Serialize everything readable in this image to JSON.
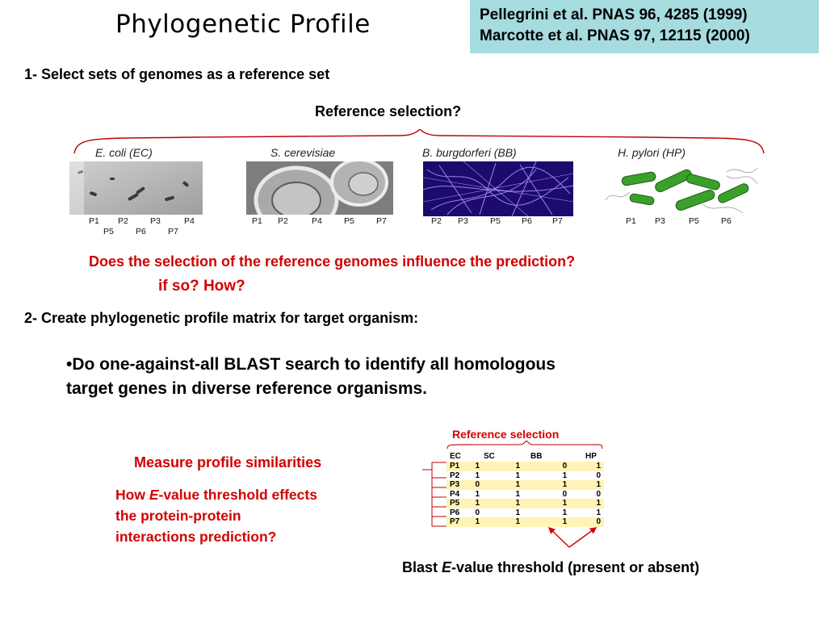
{
  "title": "Phylogenetic Profile",
  "references": [
    "Pellegrini et al. PNAS 96, 4285 (1999)",
    "Marcotte et al. PNAS 97, 12115 (2000)"
  ],
  "step1": "1- Select sets of genomes as a reference set",
  "reference_selection_question": "Reference selection?",
  "organisms": [
    {
      "label": "E. coli (EC)",
      "proteins_top": [
        "P1",
        "P2",
        "P3",
        "P4"
      ],
      "proteins_bottom": [
        "P5",
        "P6",
        "P7"
      ]
    },
    {
      "label": "S. cerevisiae",
      "proteins_top": [
        "P1",
        "P2",
        "P4",
        "P5",
        "P7"
      ],
      "proteins_bottom": []
    },
    {
      "label": "B. burgdorferi (BB)",
      "proteins_top": [
        "P2",
        "P3",
        "P5",
        "P6",
        "P7"
      ],
      "proteins_bottom": []
    },
    {
      "label": "H. pylori (HP)",
      "proteins_top": [
        "P1",
        "P3",
        "P5",
        "P6"
      ],
      "proteins_bottom": []
    }
  ],
  "question_line1": "Does the selection of the reference genomes influence the prediction?",
  "question_line2": "if so? How?",
  "step2": "2- Create phylogenetic profile matrix for target organism:",
  "bullet_prefix": "•Do one-against-all ",
  "bullet_blast": "BLAST",
  "bullet_rest": " search to identify all homologous",
  "bullet_line2": "target genes in diverse reference organisms.",
  "measure": "Measure profile similarities",
  "evalue_q": {
    "line1_a": "How ",
    "line1_e": "E",
    "line1_b": "-value threshold effects",
    "line2": "the protein-protein",
    "line3": "interactions prediction?"
  },
  "matrix": {
    "caption": "Reference selection",
    "headers": [
      "",
      "EC",
      "SC",
      "BB",
      "HP"
    ],
    "rows": [
      [
        "P1",
        "1",
        "1",
        "0",
        "1"
      ],
      [
        "P2",
        "1",
        "1",
        "1",
        "0"
      ],
      [
        "P3",
        "0",
        "1",
        "1",
        "1"
      ],
      [
        "P4",
        "1",
        "1",
        "0",
        "0"
      ],
      [
        "P5",
        "1",
        "1",
        "1",
        "1"
      ],
      [
        "P6",
        "0",
        "1",
        "1",
        "1"
      ],
      [
        "P7",
        "1",
        "1",
        "1",
        "0"
      ]
    ]
  },
  "blast_caption": {
    "a": "Blast ",
    "e": "E",
    "b": "-value threshold (present or absent)"
  },
  "colors": {
    "accent_red": "#d40000",
    "ref_box": "#a6dbe0",
    "matrix_row_highlight": "#fff3b5"
  }
}
